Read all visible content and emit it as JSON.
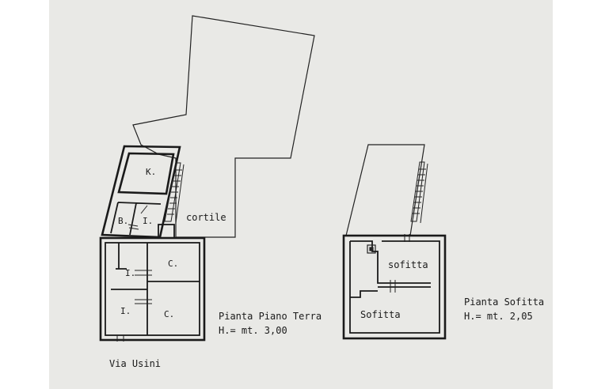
{
  "ground_floor": {
    "rooms": {
      "kitchen": "K.",
      "bath": "B.",
      "hall_upper": "I.",
      "hall_middle": "I.",
      "hall_lower": "I.",
      "room_upper": "C.",
      "room_lower": "C."
    },
    "courtyard_label": "cortile",
    "street_label": "Via Usini",
    "title": "Pianta Piano Terra",
    "height_label": "H.= mt. 3,00"
  },
  "attic": {
    "rooms": {
      "upper": "sofitta",
      "lower": "Sofitta"
    },
    "title": "Pianta Sofitta",
    "height_label": "H.= mt. 2,05"
  }
}
